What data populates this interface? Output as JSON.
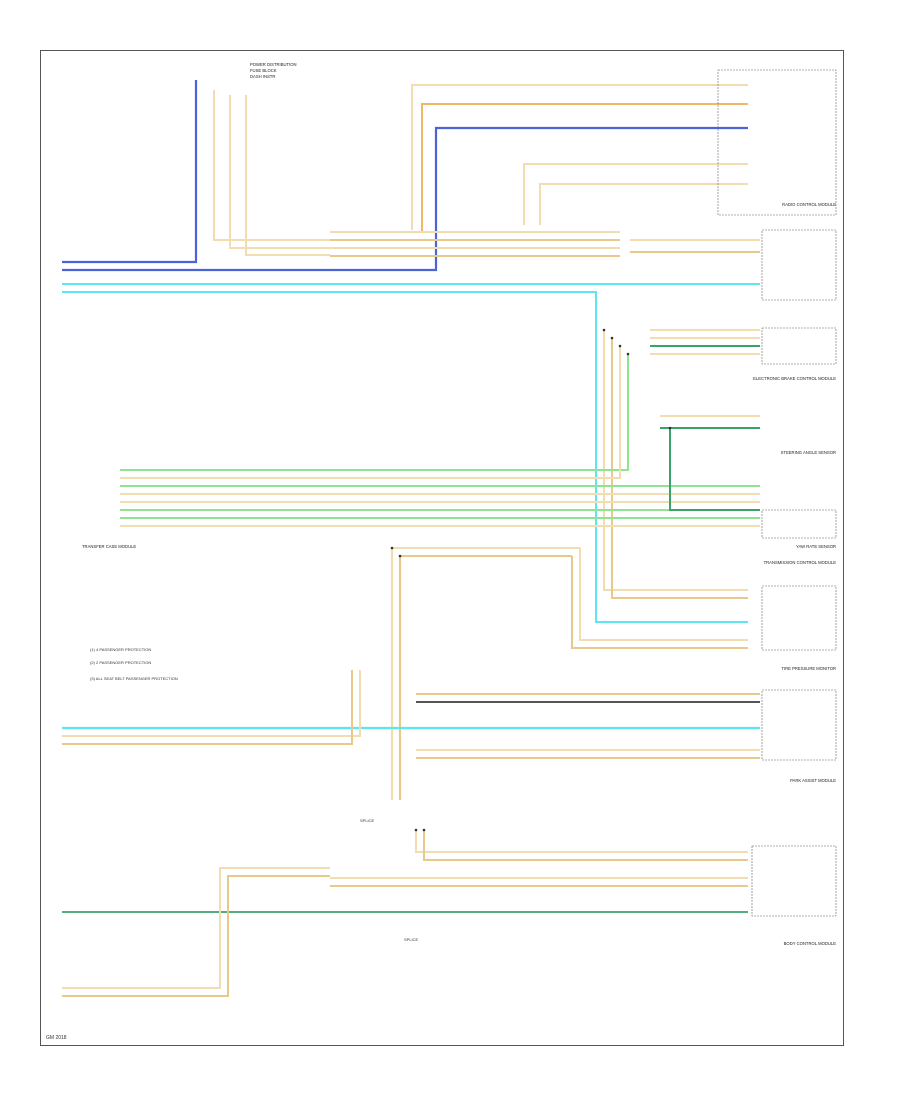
{
  "colors": {
    "tan": "#f2ddb0",
    "tan_dark": "#e8c98a",
    "orange": "#f0b766",
    "blue": "#4a63d6",
    "cyan": "#5ce6f0",
    "green": "#8ee58e",
    "green_dark": "#3aa36a",
    "black": "#222222",
    "frame": "#555555"
  },
  "labels": {
    "power_dist": "POWER DISTRIBUTION",
    "fuse_block": "FUSE BLOCK",
    "dash_instr": "DASH INSTR",
    "radio_module": "RADIO CONTROL MODULE",
    "transfer_case": "TRANSFER CASE MODULE",
    "electronic_brake": "ELECTRONIC BRAKE CONTROL MODULE",
    "steering_angle": "STEERING ANGLE SENSOR",
    "yaw_sensor": "YAW RATE SENSOR",
    "tcm": "TRANSMISSION CONTROL MODULE",
    "tpms": "TIRE PRESSURE MONITOR",
    "body_control": "BODY CONTROL MODULE",
    "park_assist": "PARK ASSIST MODULE",
    "splice_1": "SPLICE",
    "splice_2": "SPLICE",
    "note_1": "(1) 4 PASSENGER PROTECTION",
    "note_2": "(2) 2 PASSENGER PROTECTION",
    "note_3": "(3) ALL SEAT BELT PASSENGER PROTECTION",
    "footer": "GM 2018"
  }
}
